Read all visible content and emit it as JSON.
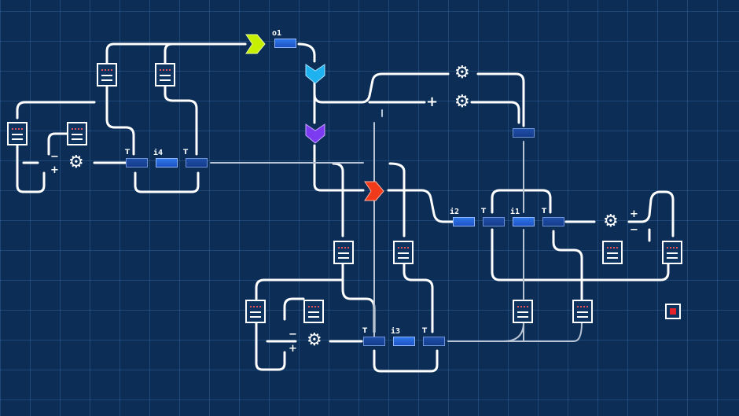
{
  "colors": {
    "background": "#0c2e56",
    "wire": "#ffffff",
    "connector": "#2f78e8",
    "cell_lime": "#c6f000",
    "cell_cyan": "#1fb2f0",
    "cell_violet": "#7c3bf0",
    "cell_red": "#f03a1a",
    "stop_red": "#e8222a"
  },
  "labels": {
    "o1": "o1",
    "i4": "i4",
    "i3": "i3",
    "i2": "i2",
    "i1": "i1",
    "t": "T"
  },
  "icons": {
    "gear": "gear-icon",
    "plus": "+",
    "minus": "−",
    "document": "document-icon",
    "stop": "stop-icon"
  }
}
